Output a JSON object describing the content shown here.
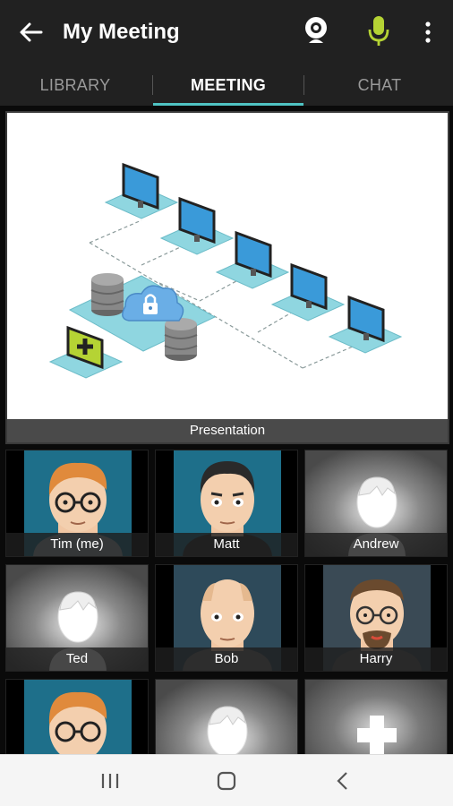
{
  "app_bar": {
    "title": "My Meeting",
    "icons": [
      "back-arrow-icon",
      "webcam-icon",
      "microphone-icon",
      "more-vertical-icon"
    ],
    "mic_color": "#b5d334"
  },
  "tabs": [
    {
      "label": "LIBRARY",
      "active": false
    },
    {
      "label": "MEETING",
      "active": true
    },
    {
      "label": "CHAT",
      "active": false
    }
  ],
  "colors": {
    "appbar": "#212121",
    "tab_indicator": "#4fc3c3",
    "inactive_tab": "#9a9a9a"
  },
  "presentation": {
    "label": "Presentation"
  },
  "participants": [
    {
      "name": "Tim (me)",
      "avatar": "cartoon-glasses-orange-hair"
    },
    {
      "name": "Matt",
      "avatar": "cartoon-dark-hair"
    },
    {
      "name": "Andrew",
      "avatar": "placeholder-silhouette"
    },
    {
      "name": "Ted",
      "avatar": "placeholder-silhouette"
    },
    {
      "name": "Bob",
      "avatar": "cartoon-bald"
    },
    {
      "name": "Harry",
      "avatar": "cartoon-glasses-beard"
    },
    {
      "name": "",
      "avatar": "cartoon-glasses-orange-hair"
    },
    {
      "name": "",
      "avatar": "placeholder-silhouette"
    },
    {
      "name": "",
      "avatar": "add-participant-plus"
    }
  ],
  "system_nav": [
    "recent-apps-icon",
    "home-icon",
    "back-icon"
  ]
}
